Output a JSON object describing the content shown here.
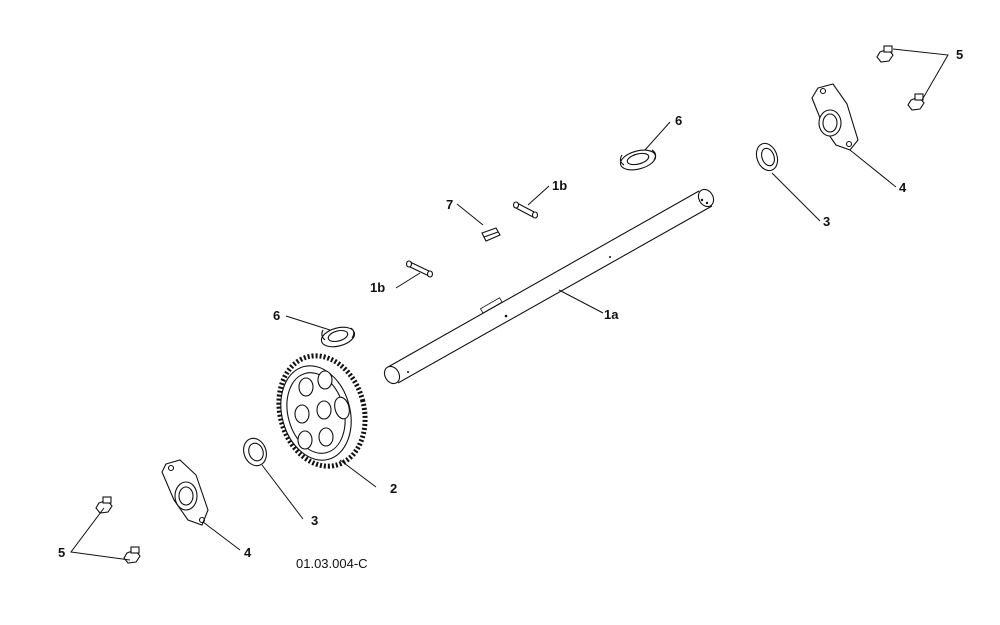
{
  "drawing_code": "01.03.004-C",
  "callouts": {
    "shaft": "1a",
    "pin_upper": "1b",
    "pin_lower": "1b",
    "gear": "2",
    "washer_right": "3",
    "washer_left": "3",
    "bearing_flange_right": "4",
    "bearing_flange_left": "4",
    "bolts_right": "5",
    "bolts_left": "5",
    "clip_upper": "6",
    "clip_lower": "6",
    "key": "7"
  },
  "colors": {
    "line": "#111111",
    "background": "#ffffff"
  }
}
